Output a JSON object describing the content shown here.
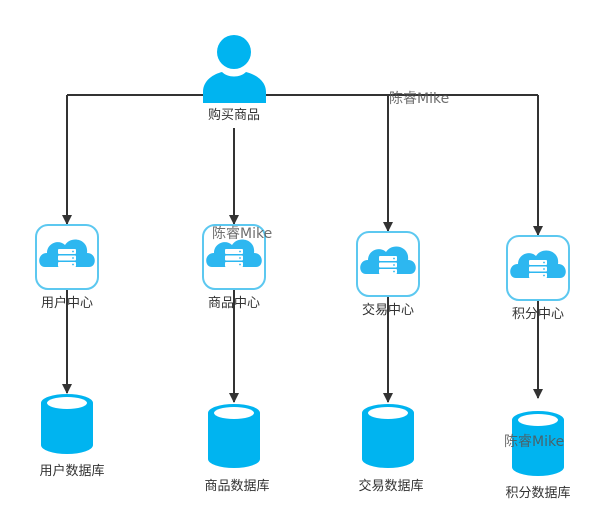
{
  "colors": {
    "accent": "#00B4F0",
    "cloud": "#2DB7F0",
    "box_border": "#5CC8F0",
    "line": "#333333",
    "text": "#333333"
  },
  "user": {
    "icon": "person-icon",
    "label": "购买商品"
  },
  "services": [
    {
      "name": "user-center",
      "label": "用户中心",
      "icon": "cloud-server-icon",
      "database": "用户数据库"
    },
    {
      "name": "product-center",
      "label": "商品中心",
      "icon": "cloud-server-icon",
      "database": "商品数据库"
    },
    {
      "name": "trade-center",
      "label": "交易中心",
      "icon": "cloud-server-icon",
      "database": "交易数据库"
    },
    {
      "name": "points-center",
      "label": "积分中心",
      "icon": "cloud-server-icon",
      "database": "积分数据库"
    }
  ],
  "watermarks": [
    "陈睿Mike",
    "陈睿Mike",
    "陈睿Mike"
  ]
}
